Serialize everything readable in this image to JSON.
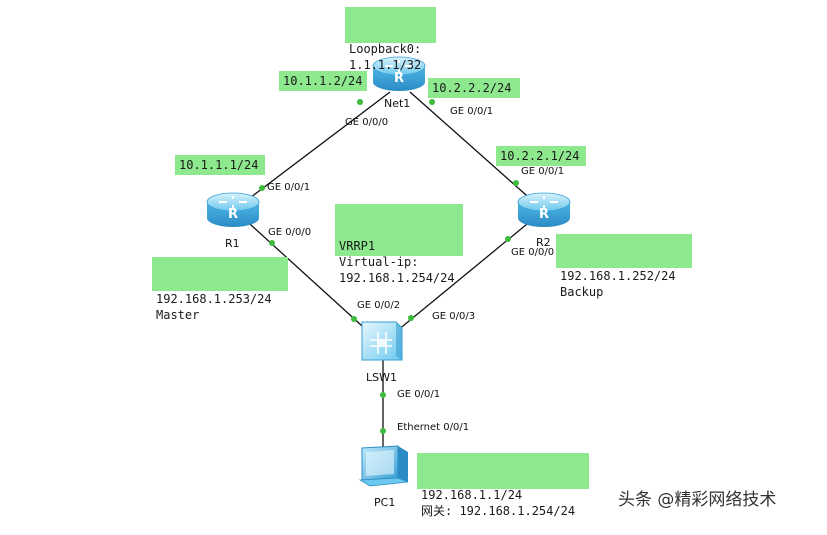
{
  "devices": {
    "net1": {
      "name": "Net1",
      "icon": "router-icon"
    },
    "r1": {
      "name": "R1",
      "icon": "router-icon"
    },
    "r2": {
      "name": "R2",
      "icon": "router-icon"
    },
    "lsw1": {
      "name": "LSW1",
      "icon": "switch-icon"
    },
    "pc1": {
      "name": "PC1",
      "icon": "pc-icon"
    }
  },
  "notes": {
    "loopback": {
      "line1": "Loopback0:",
      "line2": "1.1.1.1/32"
    },
    "net1_g0": "10.1.1.2/24",
    "net1_g1": "10.2.2.2/24",
    "r1_g1": "10.1.1.1/24",
    "r2_g1": "10.2.2.1/24",
    "vrrp": {
      "line1": "VRRP1",
      "line2": "Virtual-ip:",
      "line3": "192.168.1.254/24"
    },
    "r1_lan": {
      "line1": "192.168.1.253/24",
      "line2": "Master"
    },
    "r2_lan": {
      "line1": "192.168.1.252/24",
      "line2": "Backup"
    },
    "pc": {
      "line1": "192.168.1.1/24",
      "line2": "网关: 192.168.1.254/24"
    }
  },
  "ports": {
    "net1_g000": "GE 0/0/0",
    "net1_g001": "GE 0/0/1",
    "r1_g001": "GE 0/0/1",
    "r1_g000": "GE 0/0/0",
    "r2_g001": "GE 0/0/1",
    "r2_g000": "GE 0/0/0",
    "lsw_g002": "GE 0/0/2",
    "lsw_g003": "GE 0/0/3",
    "lsw_g001": "GE 0/0/1",
    "pc_eth": "Ethernet 0/0/1"
  },
  "watermark": "头条 @精彩网络技术",
  "colors": {
    "note_bg": "#8ee88e",
    "port_dot": "#3dbb3d",
    "link": "#111111",
    "device": "#4fb6e6"
  }
}
